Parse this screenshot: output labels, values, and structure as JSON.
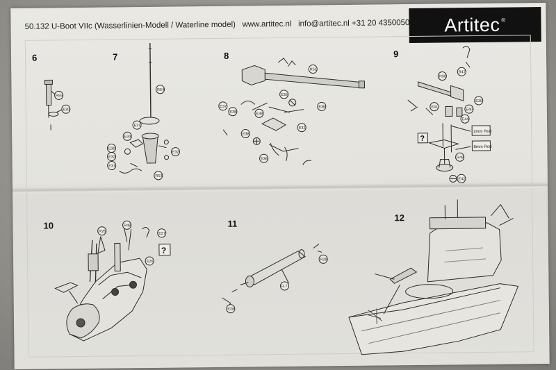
{
  "header": {
    "title": "50.132 U-Boot VIIc (Wasserlinien-Modell / Waterline model)",
    "website": "www.artitec.nl",
    "email": "info@artitec.nl",
    "phone": "+31 20 4350050"
  },
  "brand": {
    "name": "Artitec",
    "mark": "®"
  },
  "steps": [
    {
      "number": "6",
      "parts": [
        "R55",
        "E30"
      ]
    },
    {
      "number": "7",
      "parts": [
        "R54",
        "E31",
        "E33",
        "E30",
        "E32",
        "E32",
        "E31",
        "R53"
      ]
    },
    {
      "number": "8",
      "parts": [
        "R51",
        "E37",
        "E38",
        "E36",
        "E36",
        "E39",
        "E32",
        "E38",
        "E36"
      ]
    },
    {
      "number": "9",
      "parts": [
        "R50",
        "R47",
        "E35",
        "E41",
        "E40",
        "E44",
        "E42",
        "R49"
      ],
      "notes": [
        "2mm Rod",
        "8mm Rod"
      ],
      "unknown": "?"
    },
    {
      "number": "10",
      "parts": [
        "R48",
        "R26",
        "E27",
        "E26"
      ],
      "unknown": "?"
    },
    {
      "number": "11",
      "parts": [
        "R29",
        "R.7",
        "E28"
      ]
    },
    {
      "number": "12",
      "parts": []
    }
  ]
}
